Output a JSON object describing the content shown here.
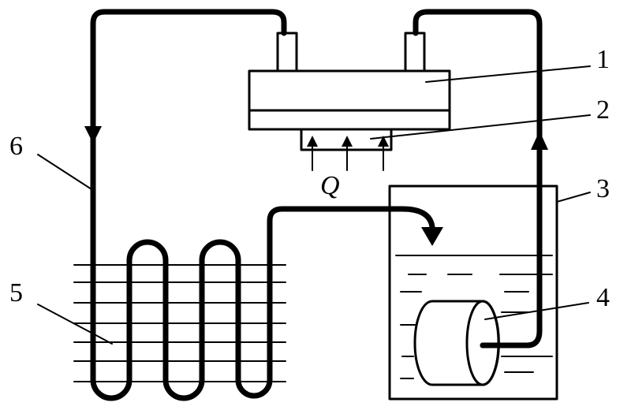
{
  "labels": {
    "part1": "1",
    "part2": "2",
    "part3": "3",
    "part4": "4",
    "part5": "5",
    "part6": "6",
    "heat": "Q"
  },
  "colors": {
    "ink": "#000000",
    "paper": "#ffffff"
  }
}
